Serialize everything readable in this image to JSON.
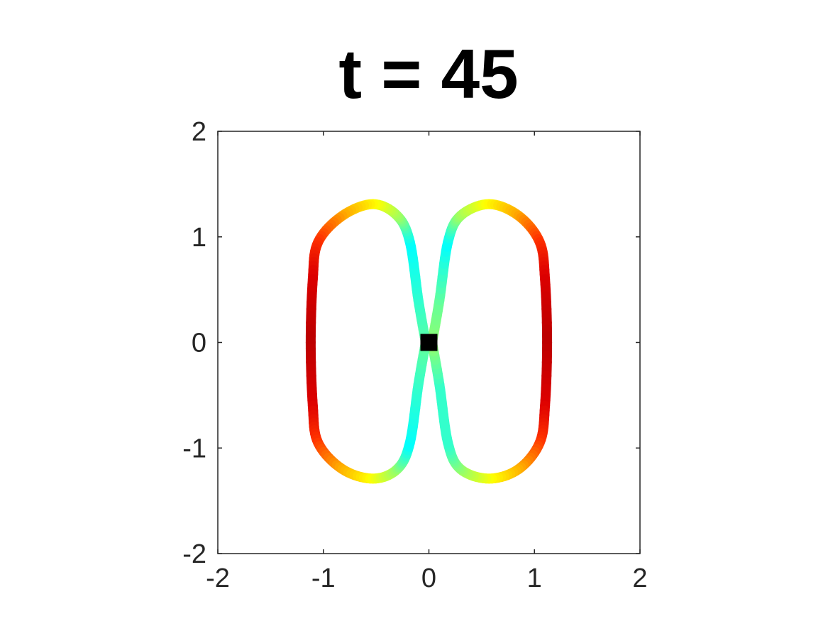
{
  "chart_data": {
    "type": "line",
    "title": "t = 45",
    "xlabel": "",
    "ylabel": "",
    "xlim": [
      -2,
      2
    ],
    "ylim": [
      -2,
      2
    ],
    "xticks": [
      -2,
      -1,
      0,
      1,
      2
    ],
    "yticks": [
      -2,
      -1,
      0,
      1,
      2
    ],
    "xtick_labels": [
      "-2",
      "-1",
      "0",
      "1",
      "2"
    ],
    "ytick_labels": [
      "-2",
      "-1",
      "0",
      "1",
      "2"
    ],
    "grid": false,
    "box": true,
    "colormap": "jet",
    "line_color_note": "color varies along curve: red on outer edges, yellow/green near tops and bottoms, cyan at the inner pinched edges",
    "series": [
      {
        "curve": "right-lobe",
        "points": [
          [
            0.03,
            0.0
          ],
          [
            0.1,
            0.4
          ],
          [
            0.18,
            0.95
          ],
          [
            0.3,
            1.2
          ],
          [
            0.57,
            1.31
          ],
          [
            0.85,
            1.2
          ],
          [
            1.05,
            0.95
          ],
          [
            1.1,
            0.6
          ],
          [
            1.12,
            0.0
          ],
          [
            1.1,
            -0.6
          ],
          [
            1.05,
            -0.95
          ],
          [
            0.85,
            -1.2
          ],
          [
            0.57,
            -1.29
          ],
          [
            0.3,
            -1.2
          ],
          [
            0.18,
            -0.95
          ],
          [
            0.1,
            -0.4
          ],
          [
            0.03,
            0.0
          ]
        ],
        "colors": [
          "#99ff66",
          "#66ff99",
          "#00ffff",
          "#99ff66",
          "#ffff00",
          "#ffaa00",
          "#ff3300",
          "#dd0000",
          "#bb0000",
          "#dd0000",
          "#ff3300",
          "#ffaa00",
          "#ffff00",
          "#99ff66",
          "#33ffcc",
          "#33ffcc",
          "#99ff66"
        ]
      },
      {
        "curve": "left-lobe",
        "points": [
          [
            -0.03,
            0.0
          ],
          [
            -0.1,
            0.4
          ],
          [
            -0.18,
            0.95
          ],
          [
            -0.3,
            1.2
          ],
          [
            -0.53,
            1.31
          ],
          [
            -0.82,
            1.2
          ],
          [
            -1.05,
            0.95
          ],
          [
            -1.1,
            0.6
          ],
          [
            -1.12,
            0.0
          ],
          [
            -1.1,
            -0.6
          ],
          [
            -1.05,
            -0.95
          ],
          [
            -0.82,
            -1.2
          ],
          [
            -0.53,
            -1.29
          ],
          [
            -0.3,
            -1.2
          ],
          [
            -0.18,
            -0.95
          ],
          [
            -0.1,
            -0.4
          ],
          [
            -0.03,
            0.0
          ]
        ],
        "colors": [
          "#66ff99",
          "#33ffcc",
          "#00ffff",
          "#99ff66",
          "#ffff00",
          "#ffaa00",
          "#ff3300",
          "#dd0000",
          "#bb0000",
          "#dd0000",
          "#ff3300",
          "#ffaa00",
          "#ffff00",
          "#99ff66",
          "#00ffff",
          "#33ffcc",
          "#66ff99"
        ]
      }
    ],
    "markers": [
      {
        "shape": "square",
        "x": 0.0,
        "y": 0.0,
        "color": "#000000"
      }
    ]
  }
}
